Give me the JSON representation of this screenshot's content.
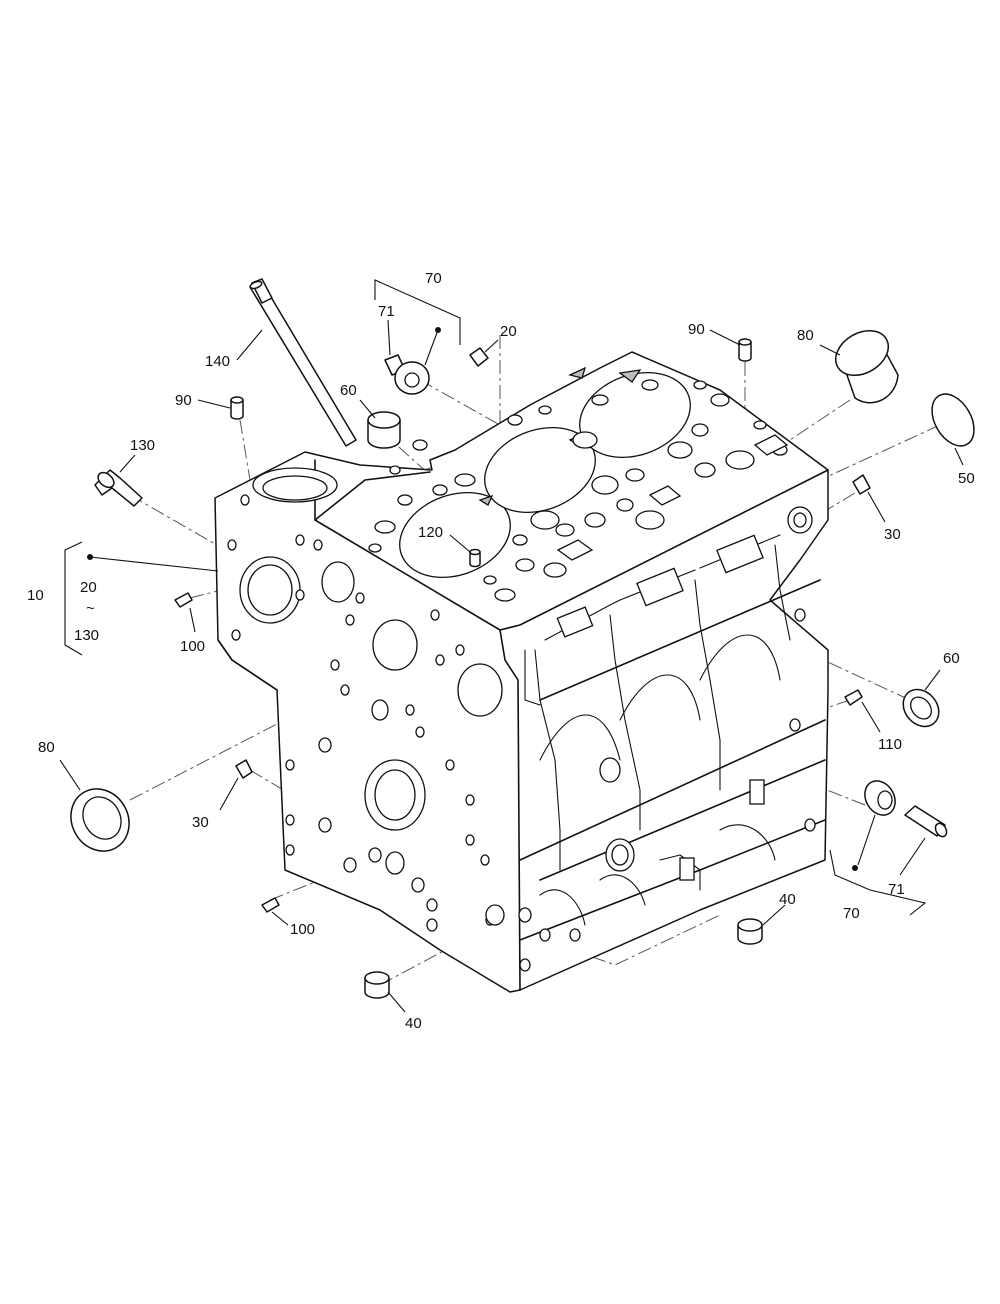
{
  "diagram": {
    "callouts": {
      "c70_top": "70",
      "c71_top": "71",
      "c20_top": "20",
      "c140": "140",
      "c90_left": "90",
      "c60_top": "60",
      "c130": "130",
      "c90_right": "90",
      "c80_top": "80",
      "c50": "50",
      "c30_right": "30",
      "c120": "120",
      "c10": "10",
      "c20_range_start": "20",
      "c_range_sep": "~",
      "c130_range_end": "130",
      "c100_top": "100",
      "c60_right": "60",
      "c110": "110",
      "c80_left": "80",
      "c30_left": "30",
      "c71_bottom": "71",
      "c70_bottom": "70",
      "c40_right": "40",
      "c100_bottom": "100",
      "c40_bottom": "40"
    }
  }
}
